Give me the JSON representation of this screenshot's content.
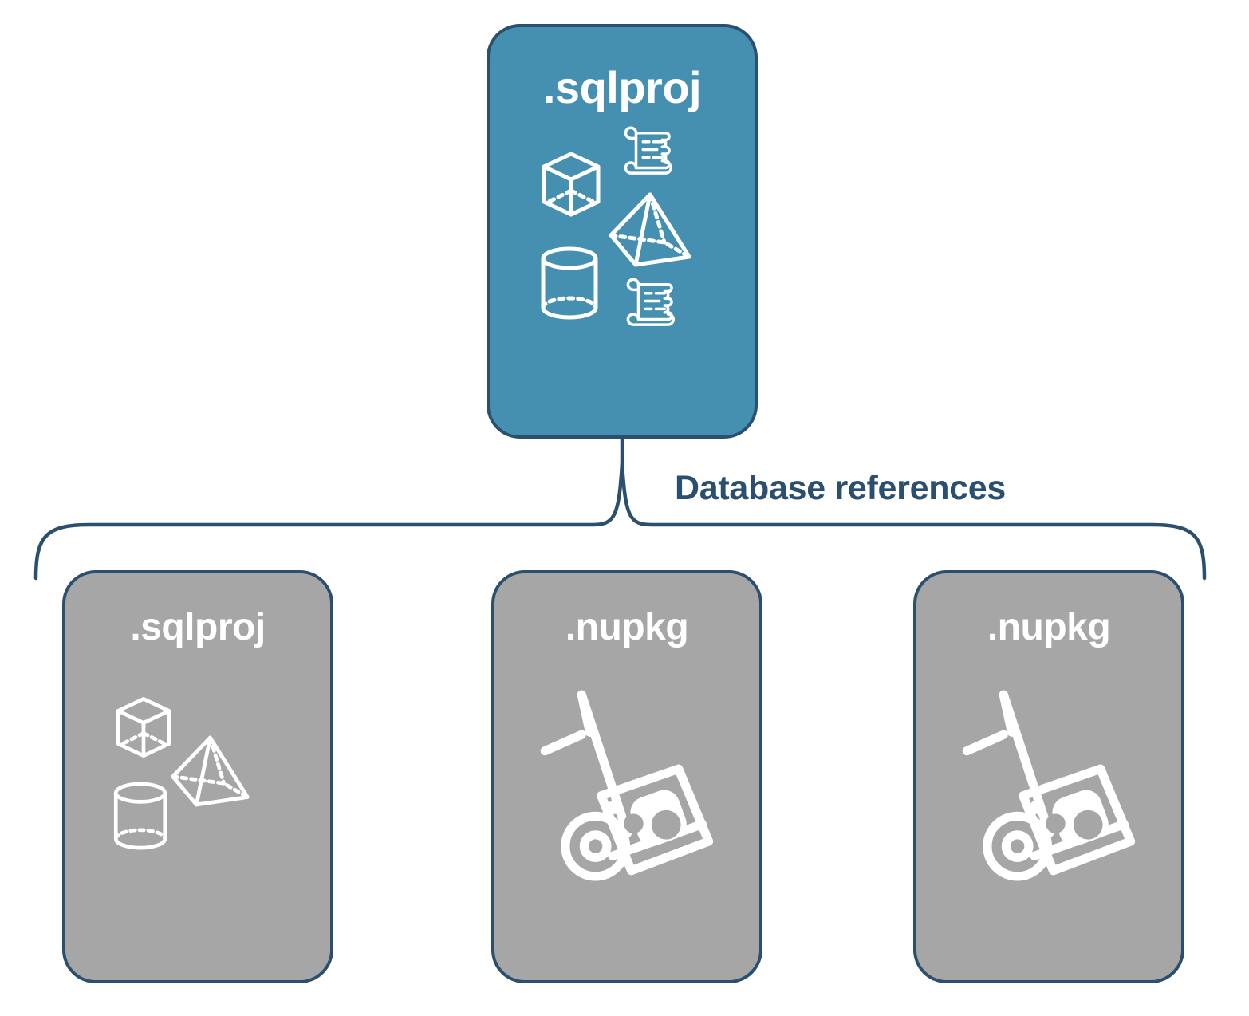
{
  "diagram": {
    "title_text": "Database references",
    "colors": {
      "root_fill": "#4590b0",
      "reference_fill": "#a6a6a6",
      "stroke": "#2b4f6e",
      "icon": "#ffffff",
      "background": "#ffffff"
    },
    "root_node": {
      "label": ".sqlproj",
      "icons": [
        "cube-icon",
        "script-scroll-icon",
        "pyramid-icon",
        "cylinder-icon",
        "script-scroll-icon"
      ]
    },
    "connector": {
      "type": "curly-brace",
      "label": "Database references"
    },
    "reference_nodes": [
      {
        "label": ".sqlproj",
        "icons": [
          "cube-icon",
          "pyramid-icon",
          "cylinder-icon"
        ]
      },
      {
        "label": ".nupkg",
        "icons": [
          "hand-truck-package-icon"
        ]
      },
      {
        "label": ".nupkg",
        "icons": [
          "hand-truck-package-icon"
        ]
      }
    ]
  }
}
